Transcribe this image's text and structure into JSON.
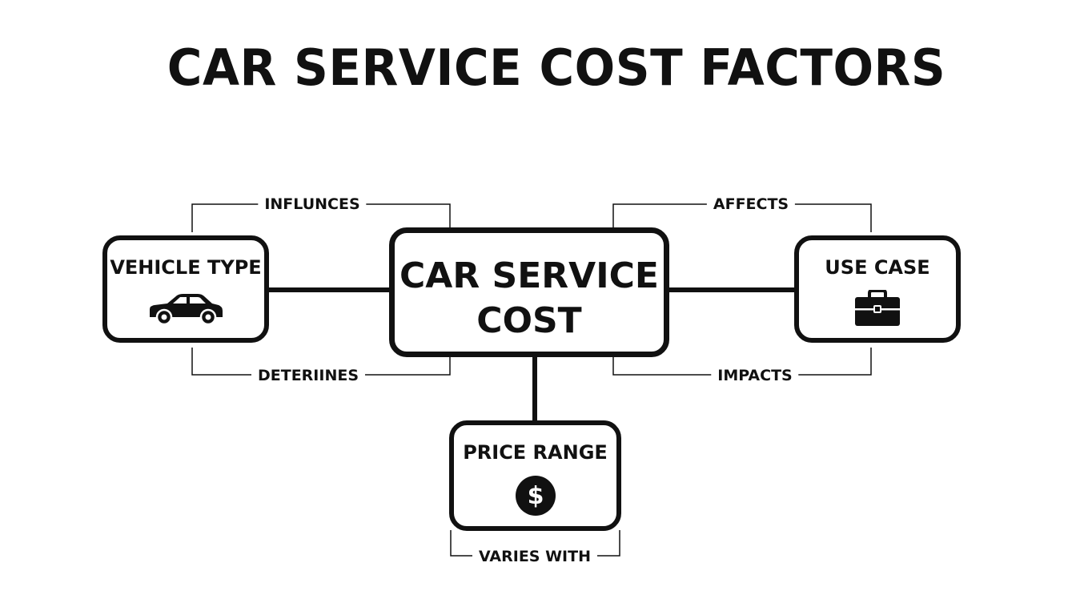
{
  "diagram": {
    "title": "CAR SERVICE COST FACTORS",
    "center": {
      "line1": "CAR SERVICE",
      "line2": "COST"
    },
    "nodes": {
      "vehicle_type": {
        "label": "VEHICLE TYPE",
        "icon": "car-icon"
      },
      "use_case": {
        "label": "USE CASE",
        "icon": "briefcase-icon"
      },
      "price_range": {
        "label": "PRICE RANGE",
        "icon": "dollar-icon"
      }
    },
    "connections": {
      "top_left": "INFLUNCES",
      "bottom_left": "DETERIINES",
      "top_right": "AFFECTS",
      "bottom_right": "IMPACTS",
      "bottom": "VARIES WITH"
    },
    "colors": {
      "stroke": "#111111",
      "background": "#ffffff"
    }
  }
}
